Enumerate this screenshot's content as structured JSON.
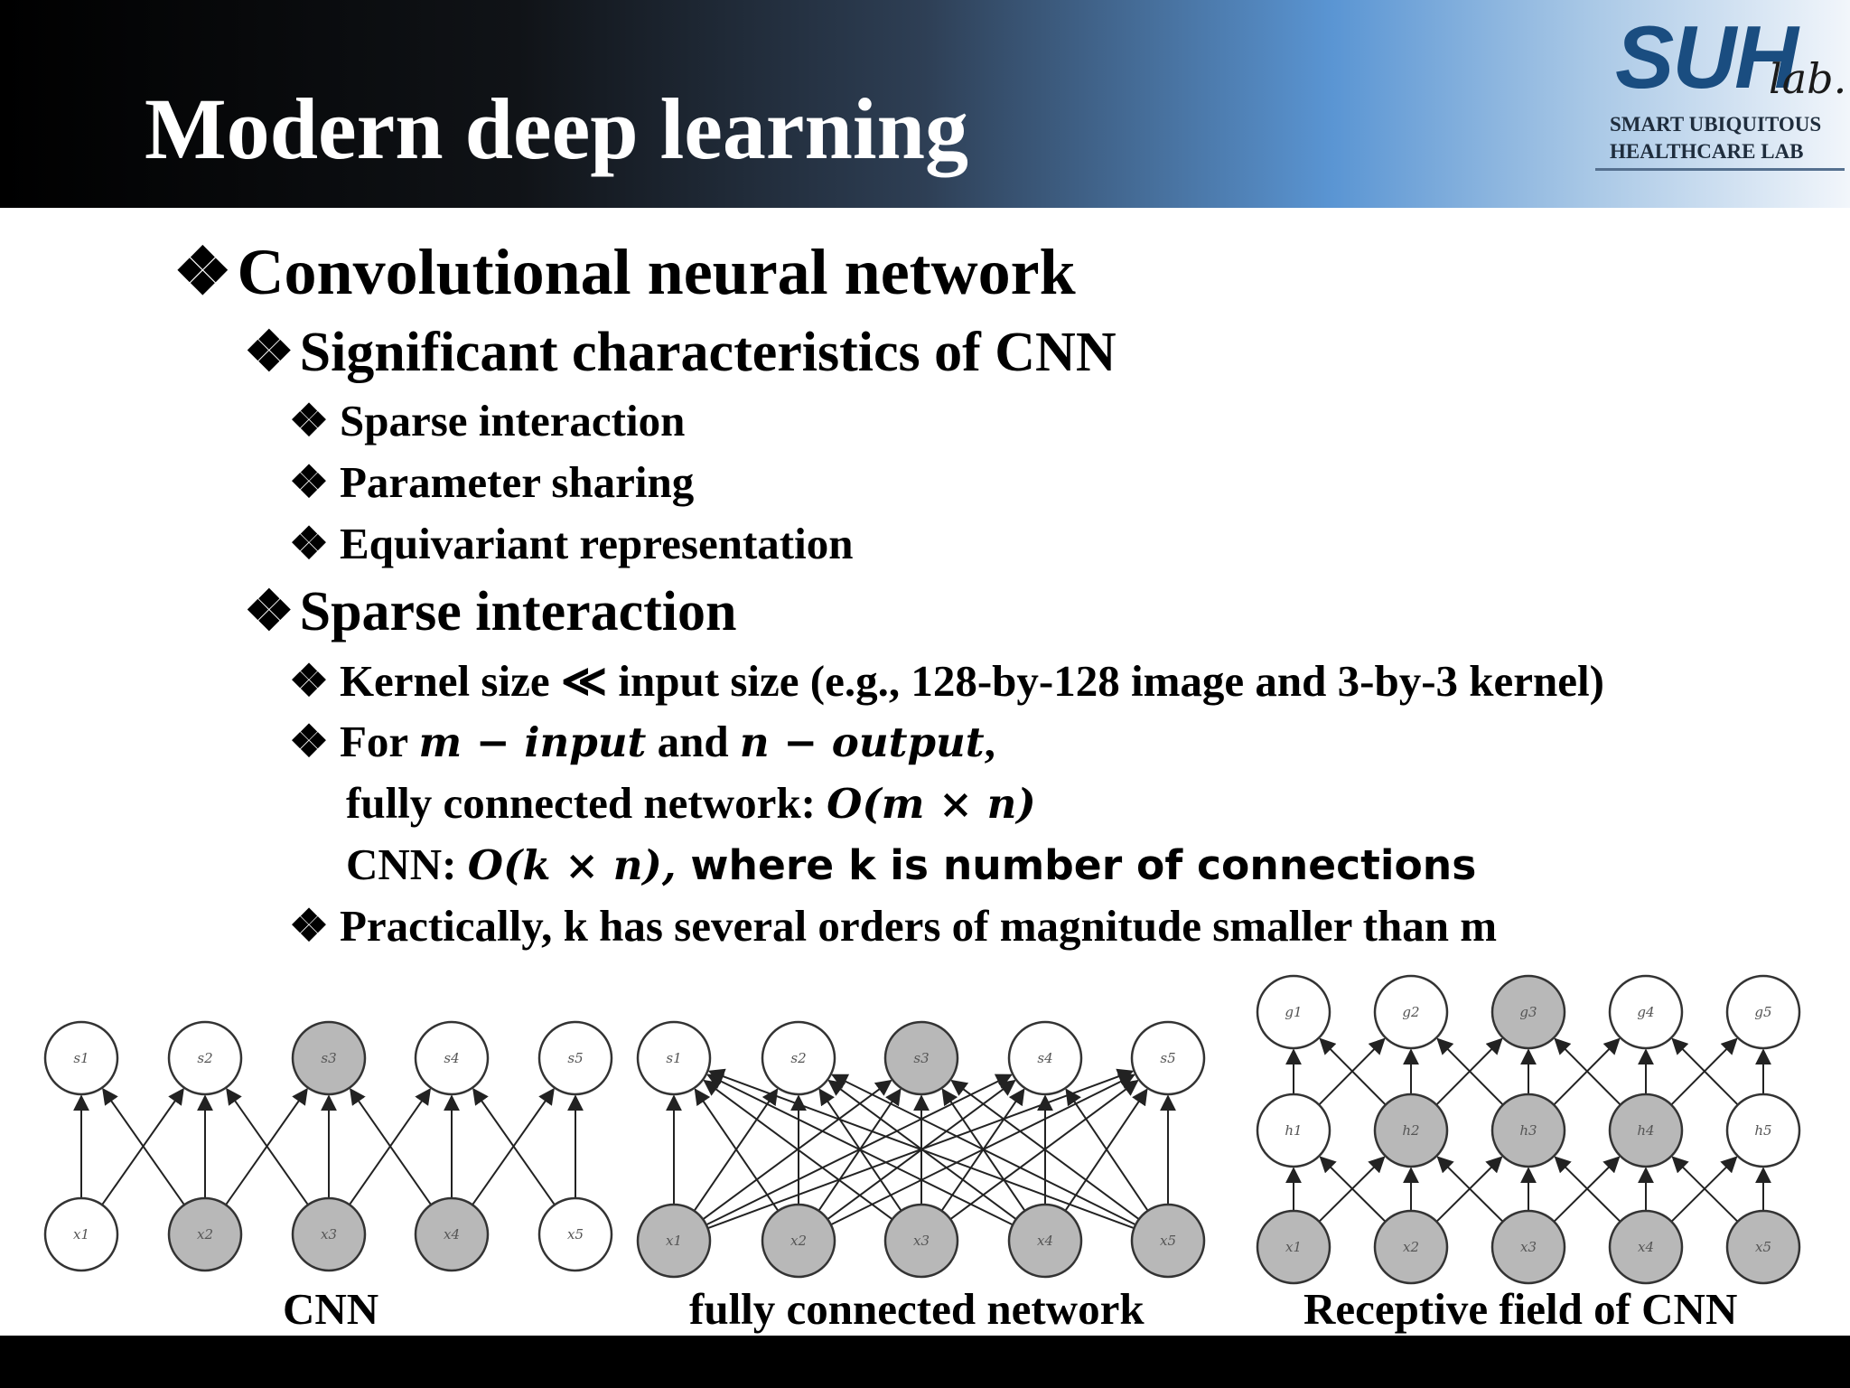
{
  "slide": {
    "title": "Modern deep learning",
    "logo": {
      "main": "SUH",
      "sub": "lab.",
      "line1": "SMART UBIQUITOUS",
      "line2": "HEALTHCARE LAB"
    },
    "bullet_glyph": "❖",
    "heading": "Convolutional neural network",
    "section1": {
      "heading": "Significant characteristics of CNN",
      "items": [
        "Sparse interaction",
        "Parameter sharing",
        "Equivariant representation"
      ]
    },
    "section2": {
      "heading": "Sparse interaction",
      "item1": "Kernel size ≪ input size (e.g., 128-by-128 image and 3-by-3 kernel)",
      "item2": {
        "for": "For ",
        "m_input": "m − input",
        "and": " and ",
        "n_output": "n − output",
        "comma": ",",
        "fc_label": "fully connected network: ",
        "fc_o": "O",
        "fc_expr": "(m × n)",
        "cnn_label": "CNN: ",
        "cnn_o": "O",
        "cnn_expr": "(k × n),",
        "cnn_where": " where k is number of connections"
      },
      "item3": "Practically, k has several orders of magnitude smaller than m"
    },
    "captions": [
      "CNN",
      "fully connected network",
      "Receptive field of CNN"
    ]
  },
  "diagrams": {
    "node_fill": "#b8b8b8",
    "cnn": {
      "top": [
        "s1",
        "s2",
        "s3",
        "s4",
        "s5"
      ],
      "bottom": [
        "x1",
        "x2",
        "x3",
        "x4",
        "x5"
      ],
      "top_shaded": [
        false,
        false,
        true,
        false,
        false
      ],
      "bottom_shaded": [
        false,
        true,
        true,
        true,
        false
      ]
    },
    "fc": {
      "top": [
        "s1",
        "s2",
        "s3",
        "s4",
        "s5"
      ],
      "bottom": [
        "x1",
        "x2",
        "x3",
        "x4",
        "x5"
      ],
      "top_shaded": [
        false,
        false,
        true,
        false,
        false
      ],
      "bottom_shaded": [
        true,
        true,
        true,
        true,
        true
      ]
    },
    "receptive": {
      "top": [
        "g1",
        "g2",
        "g3",
        "g4",
        "g5"
      ],
      "middle": [
        "h1",
        "h2",
        "h3",
        "h4",
        "h5"
      ],
      "bottom": [
        "x1",
        "x2",
        "x3",
        "x4",
        "x5"
      ],
      "top_shaded": [
        false,
        false,
        true,
        false,
        false
      ],
      "middle_shaded": [
        false,
        true,
        true,
        true,
        false
      ],
      "bottom_shaded": [
        true,
        true,
        true,
        true,
        true
      ]
    }
  }
}
